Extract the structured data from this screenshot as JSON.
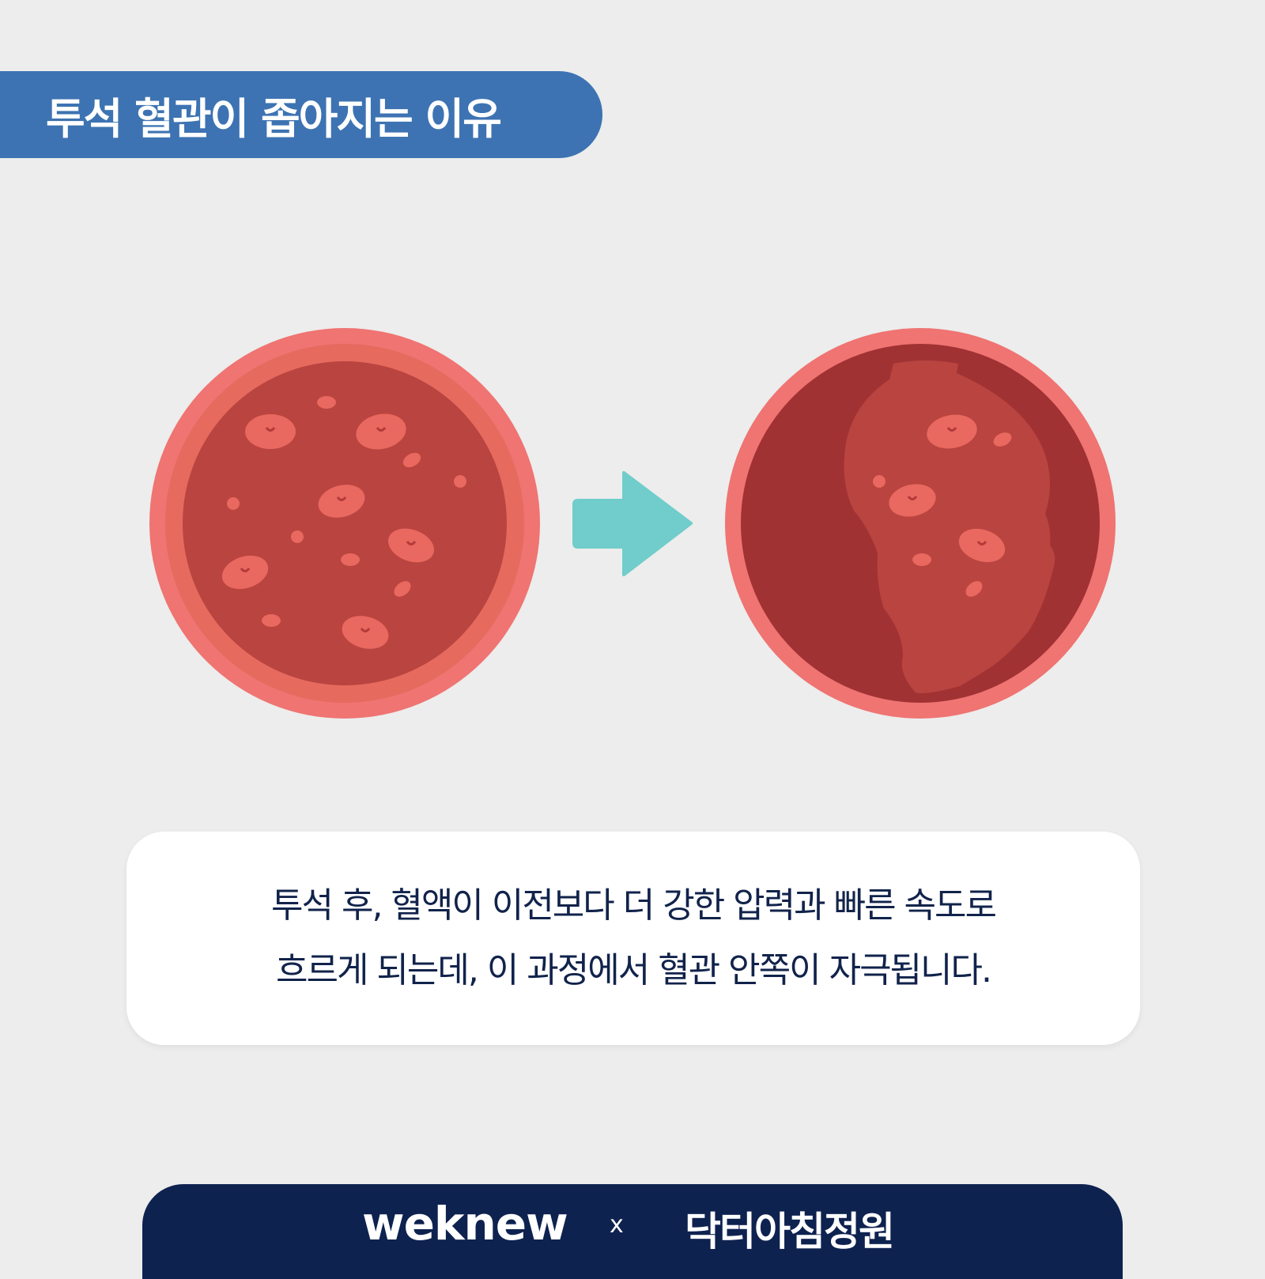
{
  "header": {
    "title": "투석 혈관이 좁아지는 이유"
  },
  "illustration": {
    "left_icon": "normal-blood-vessel-cross-section",
    "arrow_icon": "right-arrow-icon",
    "right_icon": "narrowed-blood-vessel-cross-section",
    "colors": {
      "vessel_outer": "#ef7472",
      "vessel_middle": "#e66a5e",
      "blood": "#b94440",
      "narrowed_wall": "#a13233",
      "cell": "#e9685f",
      "cell_center": "#b33a3a",
      "arrow": "#70cdcb"
    }
  },
  "caption": {
    "line1": "투석 후, 혈액이 이전보다 더 강한 압력과 빠른 속도로",
    "line2": "흐르게 되는데, 이 과정에서 혈관 안쪽이 자극됩니다."
  },
  "footer": {
    "brand_left": "weknew",
    "separator": "x",
    "brand_right": "닥터아침정원"
  },
  "theme": {
    "background": "#ecedec",
    "title_banner": "#3d73b2",
    "footer_bar": "#0e2250",
    "caption_text": "#11234b"
  }
}
